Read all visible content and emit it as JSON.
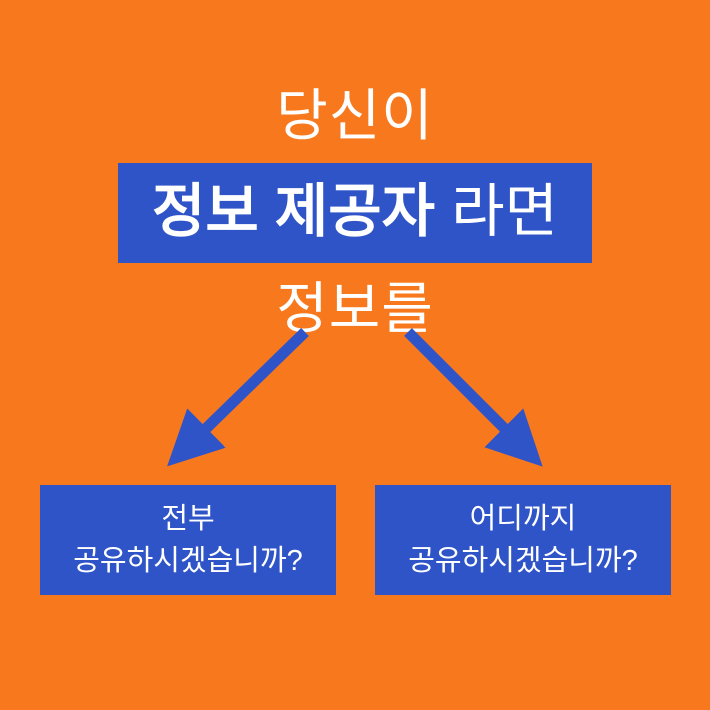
{
  "colors": {
    "background_orange": "#F8791D",
    "accent_blue": "#2F54C8",
    "text_white": "#FFFFFF"
  },
  "heading": {
    "line1": "당신이",
    "highlight": "정보 제공자",
    "highlight_suffix": "라면",
    "line3": "정보를"
  },
  "branches": {
    "left": {
      "line1": "전부",
      "line2": "공유하시겠습니까?"
    },
    "right": {
      "line1": "어디까지",
      "line2": "공유하시겠습니까?"
    }
  },
  "icons": {
    "left_arrow": "arrow-down-left",
    "right_arrow": "arrow-down-right"
  }
}
